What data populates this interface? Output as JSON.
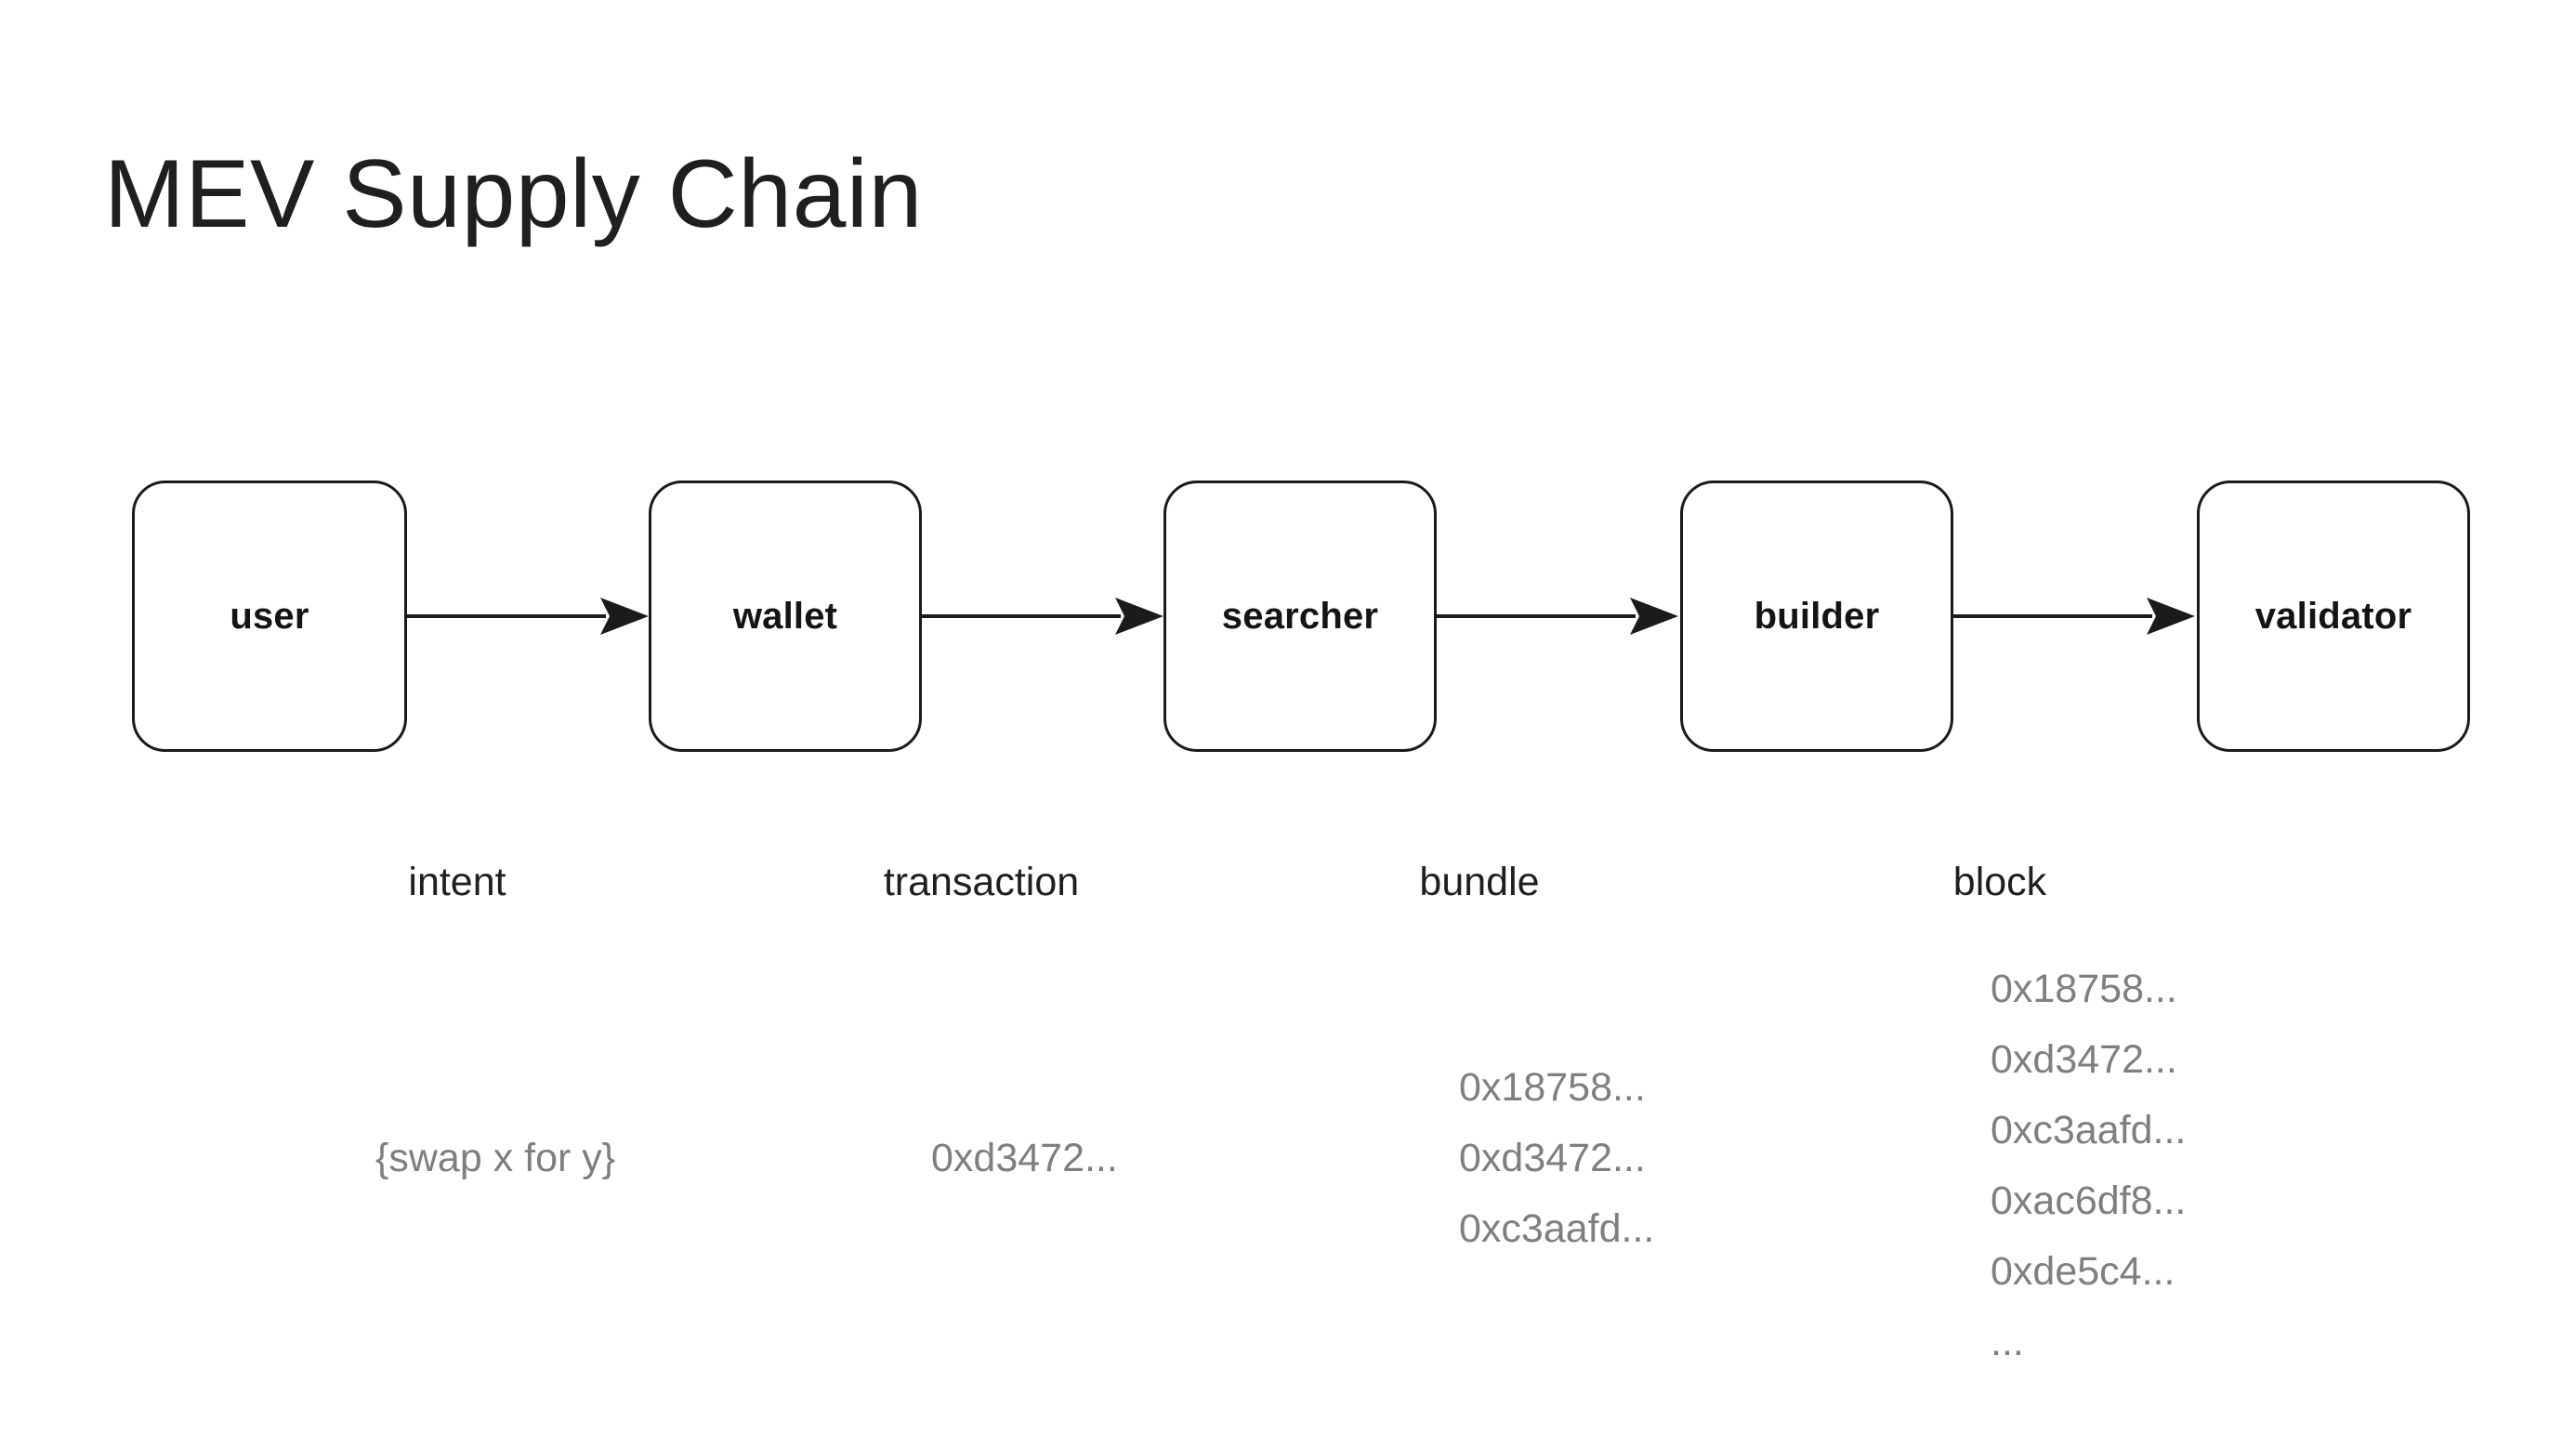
{
  "page": {
    "title": "MEV Supply Chain",
    "background_color": "#ffffff",
    "text_color": "#1f1f1f",
    "node_border_color": "#1b1b1b",
    "payload_text_color": "#7f7f7f"
  },
  "diagram": {
    "type": "flowchart",
    "direction": "left-to-right",
    "nodes": [
      {
        "id": "user",
        "label": "user"
      },
      {
        "id": "wallet",
        "label": "wallet"
      },
      {
        "id": "searcher",
        "label": "searcher"
      },
      {
        "id": "builder",
        "label": "builder"
      },
      {
        "id": "validator",
        "label": "validator"
      }
    ],
    "edges": [
      {
        "from": "user",
        "to": "wallet",
        "label": "intent"
      },
      {
        "from": "wallet",
        "to": "searcher",
        "label": "transaction"
      },
      {
        "from": "searcher",
        "to": "builder",
        "label": "bundle"
      },
      {
        "from": "builder",
        "to": "validator",
        "label": "block"
      }
    ],
    "payloads": [
      {
        "id": "intent",
        "edge": "user->wallet",
        "lines": [
          "{swap x for y}"
        ]
      },
      {
        "id": "transaction",
        "edge": "wallet->searcher",
        "lines": [
          "0xd3472..."
        ]
      },
      {
        "id": "bundle",
        "edge": "searcher->builder",
        "lines": [
          "0x18758...",
          "0xd3472...",
          "0xc3aafd..."
        ]
      },
      {
        "id": "block",
        "edge": "builder->validator",
        "lines": [
          "0x18758...",
          "0xd3472...",
          "0xc3aafd...",
          "0xac6df8...",
          "0xde5c4...",
          "..."
        ]
      }
    ]
  }
}
